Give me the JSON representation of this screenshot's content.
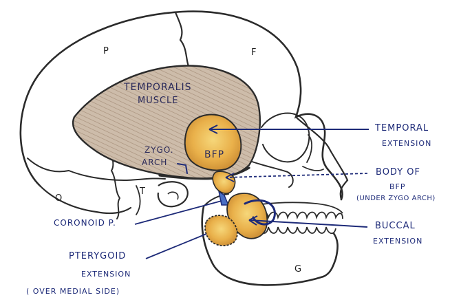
{
  "diagram": {
    "regions": {
      "parietal": "P",
      "frontal": "F",
      "occipital": "O",
      "temporal": "T",
      "mandible": "G"
    },
    "muscle": {
      "line1": "TEMPORALIS",
      "line2": "MUSCLE"
    },
    "fat_pad": "BFP",
    "zygomatic_arch": {
      "line1": "ZYGO.",
      "line2": "ARCH"
    },
    "callouts": {
      "temporal_extension": {
        "line1": "TEMPORAL",
        "line2": "EXTENSION"
      },
      "body_of_bfp": {
        "line1": "BODY OF",
        "line2": "BFP",
        "line3": "(UNDER ZYGO ARCH)"
      },
      "coronoid": "CORONOID P.",
      "buccal_extension": {
        "line1": "BUCCAL",
        "line2": "EXTENSION"
      },
      "pterygoid_extension": {
        "line1": "PTERYGOID",
        "line2": "EXTENSION",
        "line3": "( OVER MEDIAL SIDE)"
      }
    },
    "colors": {
      "outline": "#2b2b2b",
      "ink": "#1d2a78",
      "muscle_fill": "#c9b7a6",
      "fat_pad_fill": "#e9b04a"
    }
  }
}
